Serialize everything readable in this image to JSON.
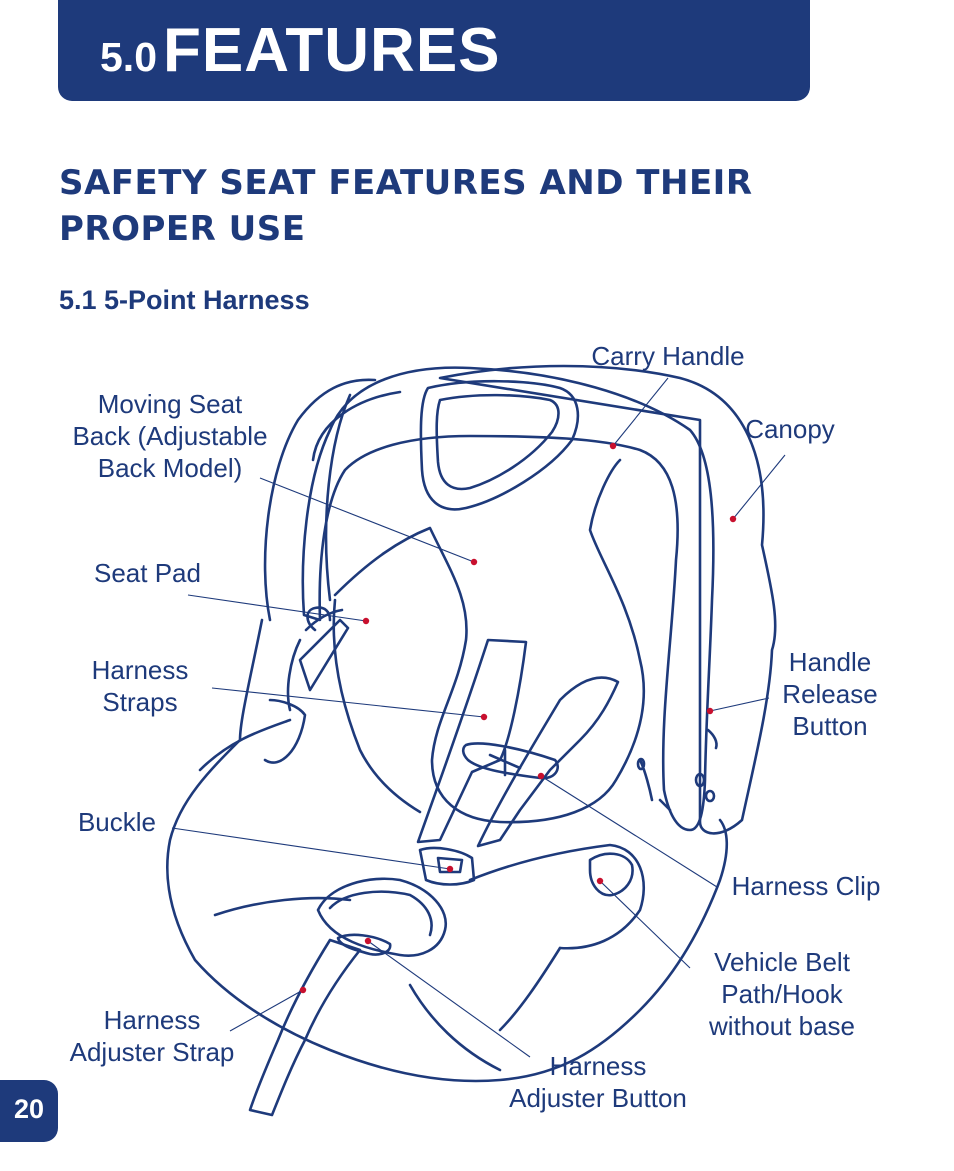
{
  "header": {
    "number": "5.0",
    "title": "FEATURES"
  },
  "section_title": "SAFETY SEAT FEATURES AND THEIR PROPER USE",
  "subsection_title": "5.1  5-Point Harness",
  "callouts": {
    "carry_handle": "Carry Handle",
    "moving_seat_back": "Moving Seat\nBack (Adjustable\nBack Model)",
    "canopy": "Canopy",
    "seat_pad": "Seat Pad",
    "harness_straps": "Harness\nStraps",
    "handle_release_button": "Handle\nRelease\nButton",
    "buckle": "Buckle",
    "harness_clip": "Harness Clip",
    "vehicle_belt_path": "Vehicle Belt\nPath/Hook\nwithout base",
    "harness_adjuster_strap": "Harness\nAdjuster Strap",
    "harness_adjuster_button": "Harness\nAdjuster Button"
  },
  "page_number": "20",
  "colors": {
    "brand_blue": "#1e3a7b",
    "callout_dot": "#c8102e",
    "background": "#ffffff"
  }
}
